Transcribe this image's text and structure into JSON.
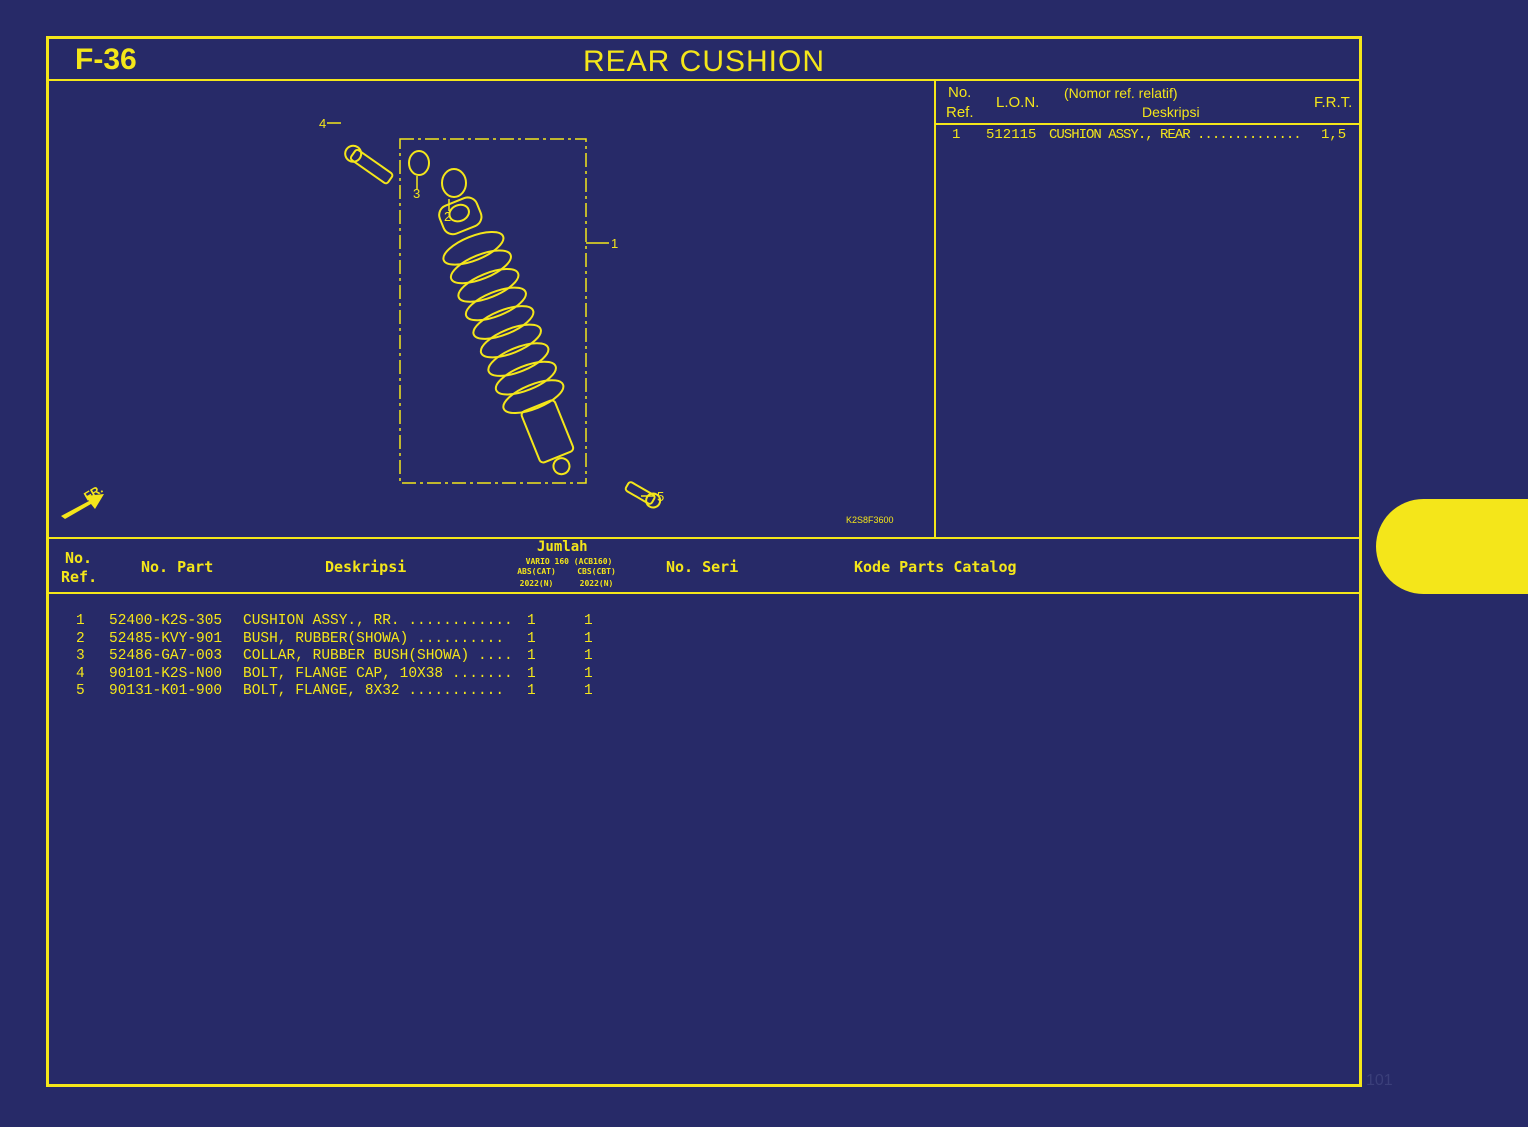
{
  "header": {
    "code": "F-36",
    "title": "REAR CUSHION"
  },
  "diagram": {
    "callouts": [
      "1",
      "2",
      "3",
      "4",
      "5"
    ],
    "front_label": "FR.",
    "image_code": "K2S8F3600"
  },
  "frt_table": {
    "headers": {
      "no_ref": "No.\nRef.",
      "no": "No.",
      "ref": "Ref.",
      "lon": "L.O.N.",
      "rel": "(Nomor ref. relatif)",
      "desc": "Deskripsi",
      "frt": "F.R.T."
    },
    "rows": [
      {
        "ref": "1",
        "lon": "512115",
        "desc": "CUSHION ASSY., REAR ..............",
        "frt": "1,5"
      }
    ]
  },
  "parts_table": {
    "headers": {
      "no": "No.",
      "ref": "Ref.",
      "part": "No. Part",
      "desc": "Deskripsi",
      "qty": "Jumlah",
      "model": "VARIO 160 (ACB160)",
      "col1": "ABS(CAT)",
      "col2": "CBS(CBT)",
      "year1": "2022(N)",
      "year2": "2022(N)",
      "serial": "No. Seri",
      "catalog": "Kode Parts Catalog"
    },
    "rows": [
      {
        "ref": "1",
        "part": "52400-K2S-305",
        "desc": "CUSHION ASSY., RR. ............",
        "q1": "1",
        "q2": "1"
      },
      {
        "ref": "2",
        "part": "52485-KVY-901",
        "desc": "BUSH, RUBBER(SHOWA) ..........",
        "q1": "1",
        "q2": "1"
      },
      {
        "ref": "3",
        "part": "52486-GA7-003",
        "desc": "COLLAR, RUBBER BUSH(SHOWA) ....",
        "q1": "1",
        "q2": "1"
      },
      {
        "ref": "4",
        "part": "90101-K2S-N00",
        "desc": "BOLT, FLANGE CAP, 10X38 .......",
        "q1": "1",
        "q2": "1"
      },
      {
        "ref": "5",
        "part": "90131-K01-900",
        "desc": "BOLT, FLANGE, 8X32 ...........",
        "q1": "1",
        "q2": "1"
      }
    ]
  },
  "page_number": "101",
  "colors": {
    "background": "#272a68",
    "accent": "#f4e61a"
  }
}
